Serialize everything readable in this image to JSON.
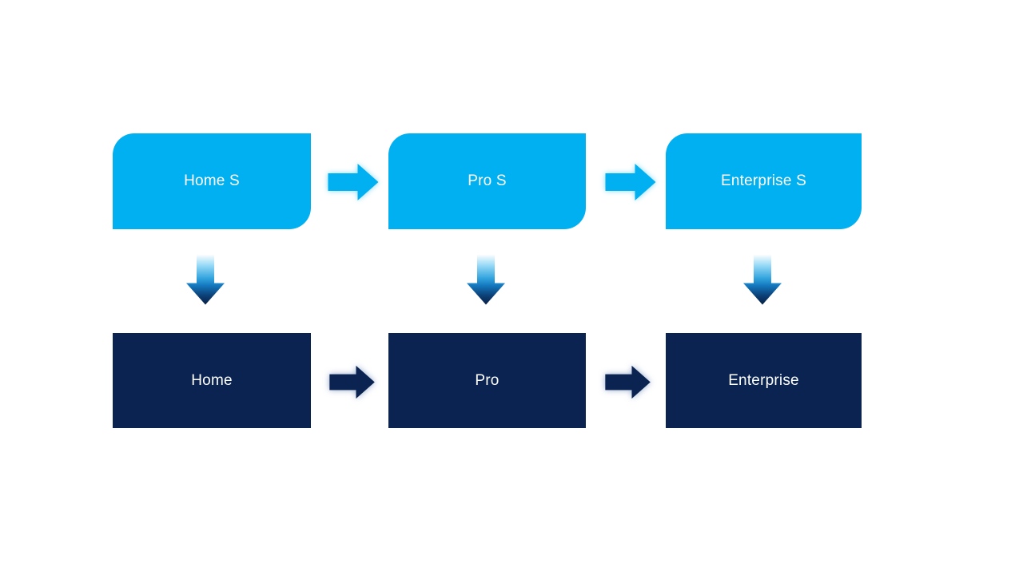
{
  "colors": {
    "background": "#FFFFFF",
    "light_blue": "#00B0F0",
    "navy": "#0A2350",
    "label_text": "#FFFFFF",
    "down_arrow_gradient": [
      "#FFFFFF",
      "#96D9F7",
      "#31A3DD",
      "#1478BE",
      "#0C4076",
      "#081F45"
    ]
  },
  "diagram": {
    "type": "process-upgrade-flow",
    "columns": [
      {
        "top_label": "Home S",
        "bottom_label": "Home"
      },
      {
        "top_label": "Pro S",
        "bottom_label": "Pro"
      },
      {
        "top_label": "Enterprise S",
        "bottom_label": "Enterprise"
      }
    ],
    "icons": {
      "right_arrow": "right-arrow-icon",
      "down_arrow": "down-arrow-icon"
    }
  }
}
